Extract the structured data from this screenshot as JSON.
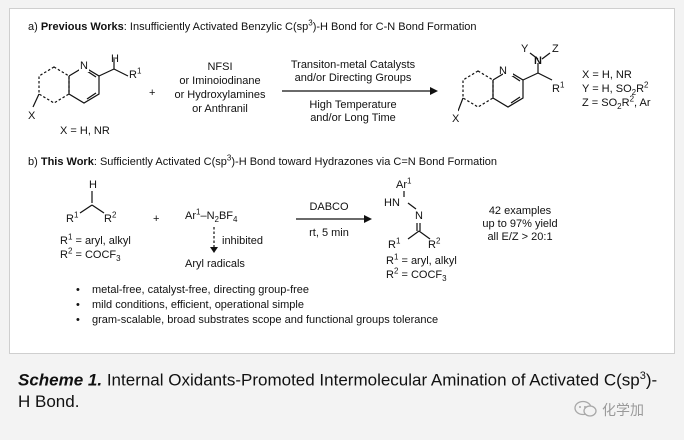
{
  "part_a": {
    "label": "a)",
    "title": "Previous Works",
    "subtitle": ": Insufficiently Activated Benzylic C(sp",
    "sup": "3",
    "subtitle_end": ")-H Bond for C-N Bond Formation",
    "reactant_cond": "X = H, NR",
    "plus": "+",
    "reagents": [
      "NFSI",
      "or Iminoiodinane",
      "or Hydroxylamines",
      "or Anthranil"
    ],
    "above_arrow": [
      "Transiton-metal Catalysts",
      "and/or Directing Groups"
    ],
    "below_arrow": [
      "High Temperature",
      "and/or Long Time"
    ],
    "defs": [
      "X = H, NR",
      "Y = H, SO",
      "Z = SO"
    ],
    "atoms": {
      "N": "N",
      "X": "X",
      "H": "H",
      "R1": "R",
      "Y": "Y",
      "Z": "Z",
      "sup1": "1",
      "sub2": "2",
      "sup2": "2",
      "ar": ", Ar"
    }
  },
  "part_b": {
    "label": "b)",
    "title": "This Work",
    "subtitle": ": Sufficiently Activated C(sp",
    "sup": "3",
    "subtitle_end": ")-H Bond toward Hydrazones via C=N Bond Formation",
    "r_defs": [
      "R",
      " = aryl, alkyl",
      "R",
      " = COCF"
    ],
    "plus": "+",
    "diazonium": {
      "ar": "Ar",
      "n2bf4": "–N",
      "bf4": "BF"
    },
    "inhibited": "inhibited",
    "aryl_radicals": "Aryl radicals",
    "above_arrow": "DABCO",
    "below_arrow": "rt, 5 min",
    "product_atoms": {
      "ar": "Ar",
      "hn": "HN",
      "n": "N"
    },
    "results": [
      "42 examples",
      "up to 97% yield",
      "all E/Z > 20:1"
    ],
    "bullets": [
      "metal-free, catalyst-free, directing group-free",
      "mild conditions, efficient, operational simple",
      "gram-scalable, broad substrates scope and functional groups tolerance"
    ]
  },
  "caption": {
    "label": "Scheme 1.",
    "text": " Internal Oxidants-Promoted Intermolecular Amination of Activated C(sp",
    "sup": "3",
    "text_end": ")-H Bond."
  },
  "watermark": "化学加"
}
